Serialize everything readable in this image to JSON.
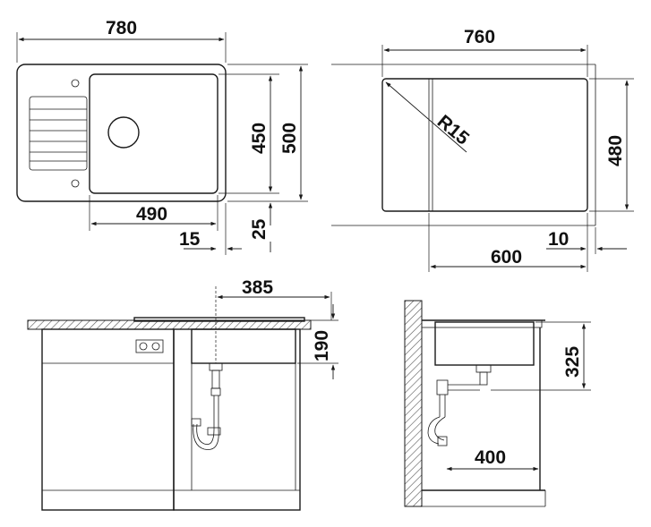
{
  "colors": {
    "ink": "#1a1a1a",
    "background": "#ffffff",
    "hatch": "#555555"
  },
  "top_view": {
    "width_overall": "780",
    "depth_overall": "500",
    "bowl_depth": "450",
    "bowl_width": "490",
    "edge_offset_15": "15",
    "edge_offset_25": "25"
  },
  "cutout_view": {
    "cutout_width": "760",
    "cutout_depth": "480",
    "corner_radius": "R15",
    "bowl_offset": "600",
    "edge_offset": "10"
  },
  "front_view": {
    "drain_offset": "385",
    "bowl_height": "190"
  },
  "side_view": {
    "depth": "325",
    "trap_offset": "400"
  }
}
